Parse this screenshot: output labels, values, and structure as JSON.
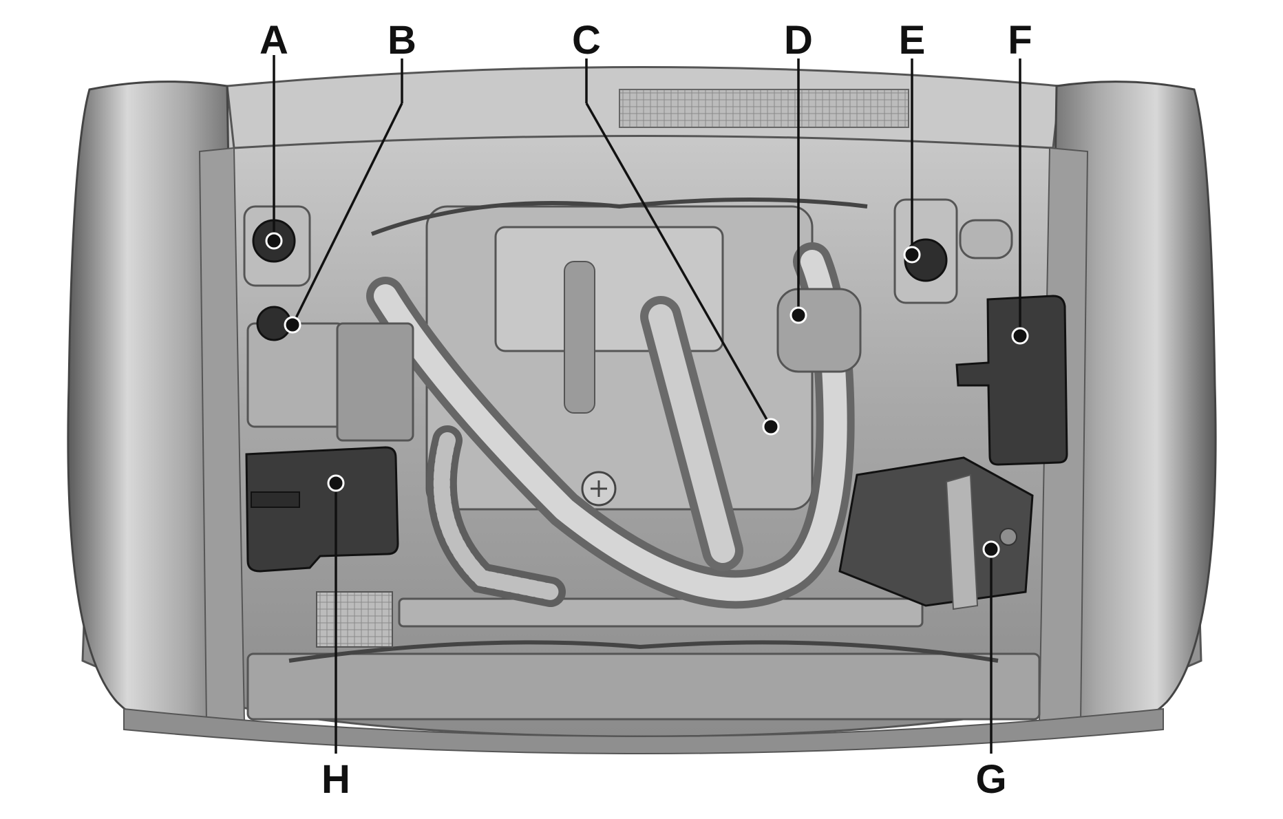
{
  "figure": {
    "subject": "engine-compartment",
    "colors": {
      "background": "#ffffff",
      "line": "#111111",
      "metal": "#bdbdbd",
      "dark_part": "#3a3a3a"
    }
  },
  "callouts": [
    {
      "id": "a",
      "letter": "A"
    },
    {
      "id": "b",
      "letter": "B"
    },
    {
      "id": "c",
      "letter": "C"
    },
    {
      "id": "d",
      "letter": "D"
    },
    {
      "id": "e",
      "letter": "E"
    },
    {
      "id": "f",
      "letter": "F"
    },
    {
      "id": "g",
      "letter": "G"
    },
    {
      "id": "h",
      "letter": "H"
    }
  ]
}
